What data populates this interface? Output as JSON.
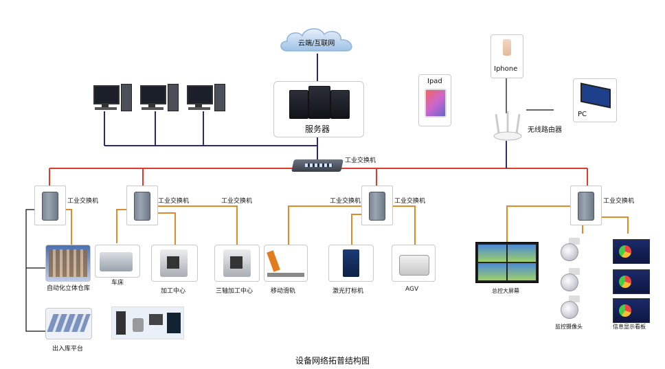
{
  "title": "设备网络拓普结构图",
  "nodes": {
    "cloud": "云端/互联网",
    "server": "服务器",
    "core_switch": "工业交换机",
    "switch_labels": [
      "工业交换机",
      "工业交换机",
      "工业交换机",
      "工业交换机",
      "工业交换机",
      "工业交换机"
    ],
    "router": "无线路由器",
    "iphone": "Iphone",
    "ipad": "Ipad",
    "pc": "PC",
    "devices": {
      "warehouse": "自动化立体仓库",
      "inout": "出入库平台",
      "lathe": "车床",
      "machining": "加工中心",
      "triaxial": "三轴加工中心",
      "rail": "移动滑轨",
      "laser": "激光打标机",
      "agv": "AGV",
      "bigscreen": "总控大屏幕",
      "camera": "监控摄像头",
      "board": "信息显示看板"
    }
  },
  "colors": {
    "red_line": "#e03a2a",
    "navy_line": "#2b2a6e",
    "orange_line": "#e08a2a",
    "gray_line": "#333333"
  }
}
